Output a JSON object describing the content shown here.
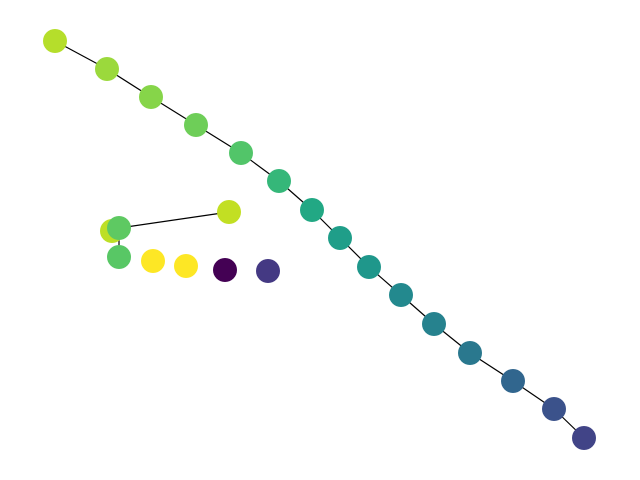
{
  "graph": {
    "nodes": [
      {
        "id": "n1",
        "color": "#b5de2b"
      },
      {
        "id": "n2",
        "color": "#9bd93c"
      },
      {
        "id": "n3",
        "color": "#86d549"
      },
      {
        "id": "n4",
        "color": "#6ece58"
      },
      {
        "id": "n5",
        "color": "#52c569"
      },
      {
        "id": "n6",
        "color": "#35b779"
      },
      {
        "id": "n7",
        "color": "#22a884"
      },
      {
        "id": "n8",
        "color": "#1f9e89"
      },
      {
        "id": "n9",
        "color": "#1f978b"
      },
      {
        "id": "n10",
        "color": "#23898e"
      },
      {
        "id": "n11",
        "color": "#26828e"
      },
      {
        "id": "n12",
        "color": "#2a788e"
      },
      {
        "id": "n13",
        "color": "#31668e"
      },
      {
        "id": "n14",
        "color": "#3b528b"
      },
      {
        "id": "n15",
        "color": "#414487"
      },
      {
        "id": "n16",
        "color": "#bddf26"
      },
      {
        "id": "n17",
        "color": "#c2df23"
      },
      {
        "id": "n18",
        "color": "#5ec962"
      },
      {
        "id": "n19",
        "color": "#58c765"
      },
      {
        "id": "n20",
        "color": "#fde725"
      },
      {
        "id": "n21",
        "color": "#fde725"
      },
      {
        "id": "n22",
        "color": "#440154"
      },
      {
        "id": "n23",
        "color": "#443983"
      }
    ],
    "edges": [
      [
        "n1",
        "n2"
      ],
      [
        "n2",
        "n3"
      ],
      [
        "n3",
        "n4"
      ],
      [
        "n4",
        "n5"
      ],
      [
        "n5",
        "n6"
      ],
      [
        "n6",
        "n7"
      ],
      [
        "n7",
        "n8"
      ],
      [
        "n8",
        "n9"
      ],
      [
        "n9",
        "n10"
      ],
      [
        "n10",
        "n11"
      ],
      [
        "n11",
        "n12"
      ],
      [
        "n12",
        "n13"
      ],
      [
        "n13",
        "n14"
      ],
      [
        "n14",
        "n15"
      ],
      [
        "n16",
        "n18"
      ],
      [
        "n18",
        "n17"
      ],
      [
        "n18",
        "n19"
      ]
    ]
  }
}
